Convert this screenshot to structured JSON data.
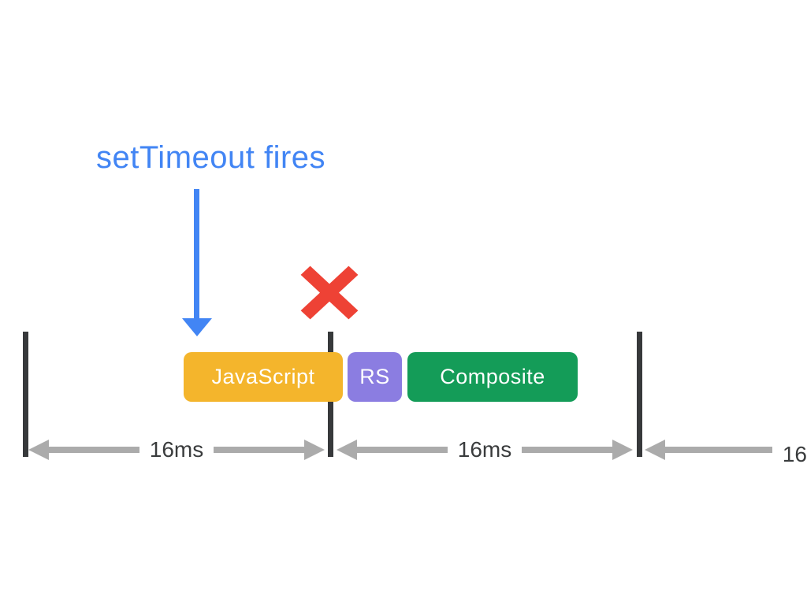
{
  "annotation": {
    "label": "setTimeout fires",
    "color": "#4285F4"
  },
  "icons": {
    "down_arrow": {
      "name": "down-arrow-icon",
      "color": "#4285F4"
    },
    "dropped_frame_x": {
      "name": "x-mark-icon",
      "color": "#EE4235"
    }
  },
  "frame_blocks": [
    {
      "label": "JavaScript",
      "color": "#F4B52C"
    },
    {
      "label": "RS",
      "color": "#8B7DE1"
    },
    {
      "label": "Composite",
      "color": "#149C58"
    }
  ],
  "timeline": {
    "tick_color": "#37393B",
    "arrow_color": "#ABABAB",
    "spans": [
      {
        "label": "16ms"
      },
      {
        "label": "16ms"
      },
      {
        "label": "16"
      }
    ]
  }
}
